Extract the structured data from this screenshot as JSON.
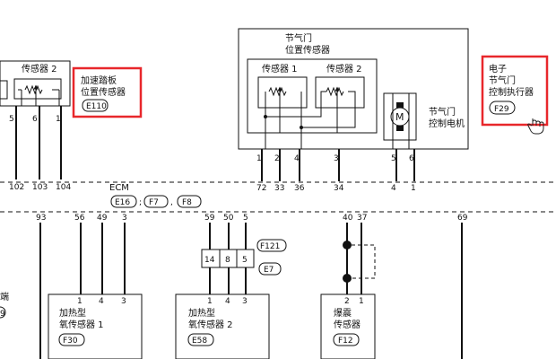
{
  "accelerator": {
    "sensor_label": "传感器 2",
    "name_line1": "加速踏板",
    "name_line2": "位置传感器",
    "code": "E110",
    "pins": [
      "5",
      "6",
      "1"
    ],
    "ecm_pins": [
      "102",
      "103",
      "104"
    ]
  },
  "throttle": {
    "title_line1": "节气门",
    "title_line2": "位置传感器",
    "sensor1_label": "传感器 1",
    "sensor2_label": "传感器 2",
    "motor_symbol": "M",
    "motor_line1": "节气门",
    "motor_line2": "控制电机",
    "sensor_pins": [
      "1",
      "2",
      "4",
      "3"
    ],
    "motor_pins": [
      "5",
      "6"
    ],
    "ecm_sensor_pins": [
      "72",
      "33",
      "36",
      "34"
    ],
    "ecm_motor_pins": [
      "4",
      "1"
    ]
  },
  "actuator": {
    "line1": "电子",
    "line2": "节气门",
    "line3": "控制执行器",
    "code": "F29"
  },
  "ecm": {
    "label": "ECM",
    "connectors": [
      "E16",
      "F7",
      "F8"
    ],
    "separator1": ";",
    "separator2": ",",
    "bottom_pins": [
      "93",
      "56",
      "49",
      "3",
      "59",
      "50",
      "5",
      "40",
      "37",
      "69"
    ]
  },
  "o2_sensor1": {
    "line1": "加热型",
    "line2": "氧传感器 1",
    "code": "F30",
    "pins": [
      "1",
      "4",
      "3"
    ]
  },
  "o2_sensor2": {
    "line1": "加热型",
    "line2": "氧传感器 2",
    "code": "E58",
    "pins": [
      "1",
      "4",
      "3"
    ],
    "junction_pins": [
      "14",
      "8",
      "5"
    ],
    "connectors": [
      "F121",
      "E7"
    ]
  },
  "knock_sensor": {
    "line1": "爆震",
    "line2": "传感器",
    "code": "F12",
    "pins": [
      "2",
      "1"
    ]
  },
  "edge_fragments": {
    "left_mid": "端",
    "left_bottom": "9"
  },
  "colors": {
    "line": "#111111",
    "highlight": "#e8272b",
    "background": "#ffffff"
  }
}
